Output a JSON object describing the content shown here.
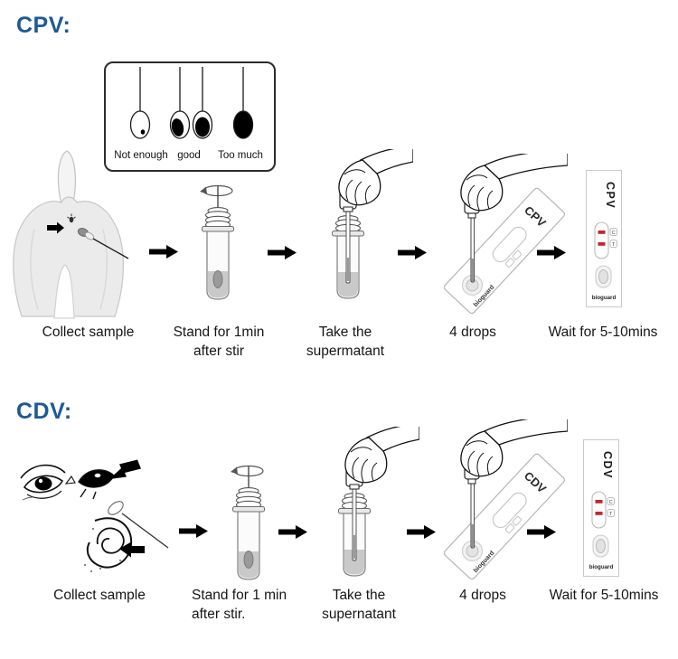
{
  "heading_color": "#1d5a96",
  "test_line_color": "#c1272d",
  "swab_guide": {
    "label_not_enough": "Not enough",
    "label_good": "good",
    "label_too_much": "Too much"
  },
  "cpv": {
    "title": "CPV:",
    "cassette_label": "CPV",
    "brand": "bioguard",
    "result_c": "C",
    "result_t": "T",
    "steps": {
      "collect": "Collect sample",
      "stand_line1": "Stand for 1min",
      "stand_line2": "after stir",
      "take_line1": "Take the",
      "take_line2": "supermatant",
      "drops": "4 drops",
      "wait": "Wait for 5-10mins"
    }
  },
  "cdv": {
    "title": "CDV:",
    "cassette_label": "CDV",
    "brand": "bioguard",
    "result_c": "C",
    "result_t": "T",
    "steps": {
      "collect": "Collect sample",
      "stand_line1": "Stand for 1 min",
      "stand_line2": "after stir.",
      "take_line1": "Take the",
      "take_line2": "supernatant",
      "drops": "4 drops",
      "wait": "Wait for 5-10mins"
    }
  }
}
